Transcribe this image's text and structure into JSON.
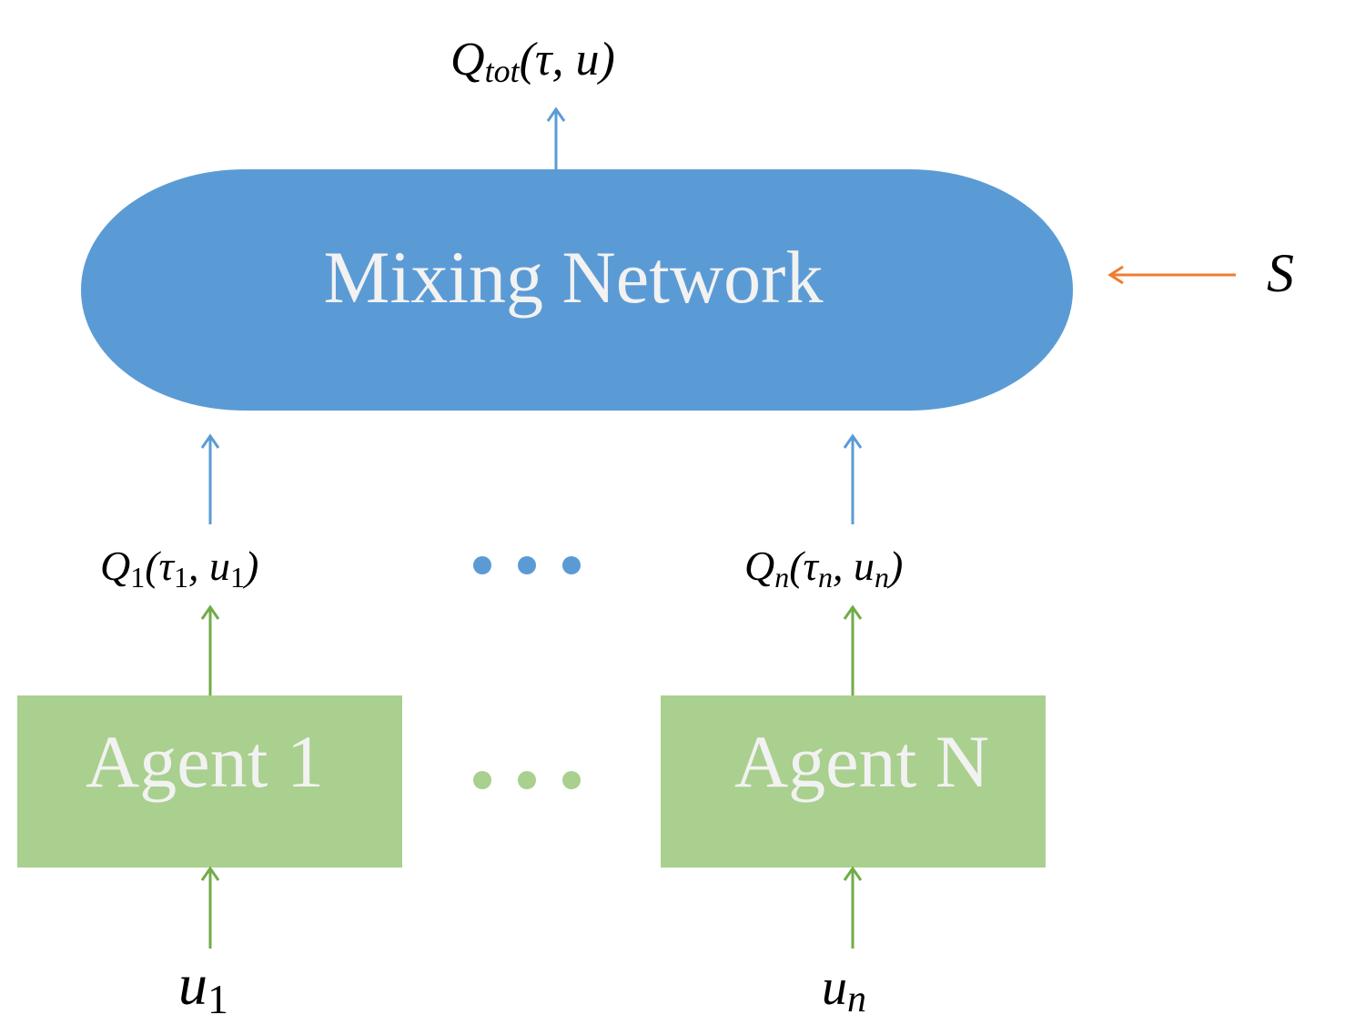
{
  "colors": {
    "mixing_fill": "#5b9bd5",
    "agent_fill": "#a9d08e",
    "arrow_blue": "#5b9bd5",
    "arrow_green": "#70ad47",
    "arrow_orange": "#ed7d31",
    "label_text": "#f2f2f2"
  },
  "nodes": {
    "mixing_network": {
      "label": "Mixing Network"
    },
    "agent_1": {
      "label": "Agent 1"
    },
    "agent_n": {
      "label": "Agent N"
    }
  },
  "labels": {
    "q_tot": {
      "base": "Q",
      "sub": "tot",
      "args": "(τ, u)"
    },
    "q_1": {
      "base": "Q",
      "sub": "1",
      "open": "(τ",
      "sub2": "1",
      "mid": ", u",
      "sub3": "1",
      "close": ")"
    },
    "q_n": {
      "base": "Q",
      "sub": "n",
      "open": "(τ",
      "sub2": "n",
      "mid": ", u",
      "sub3": "n",
      "close": ")"
    },
    "u_1": {
      "base": "u",
      "sub": "1"
    },
    "u_n": {
      "base": "u",
      "sub": "n"
    },
    "state": {
      "text": "S"
    }
  },
  "icons": {
    "blue_dots": "ellipsis-dots-icon",
    "green_dots": "ellipsis-dots-icon"
  }
}
